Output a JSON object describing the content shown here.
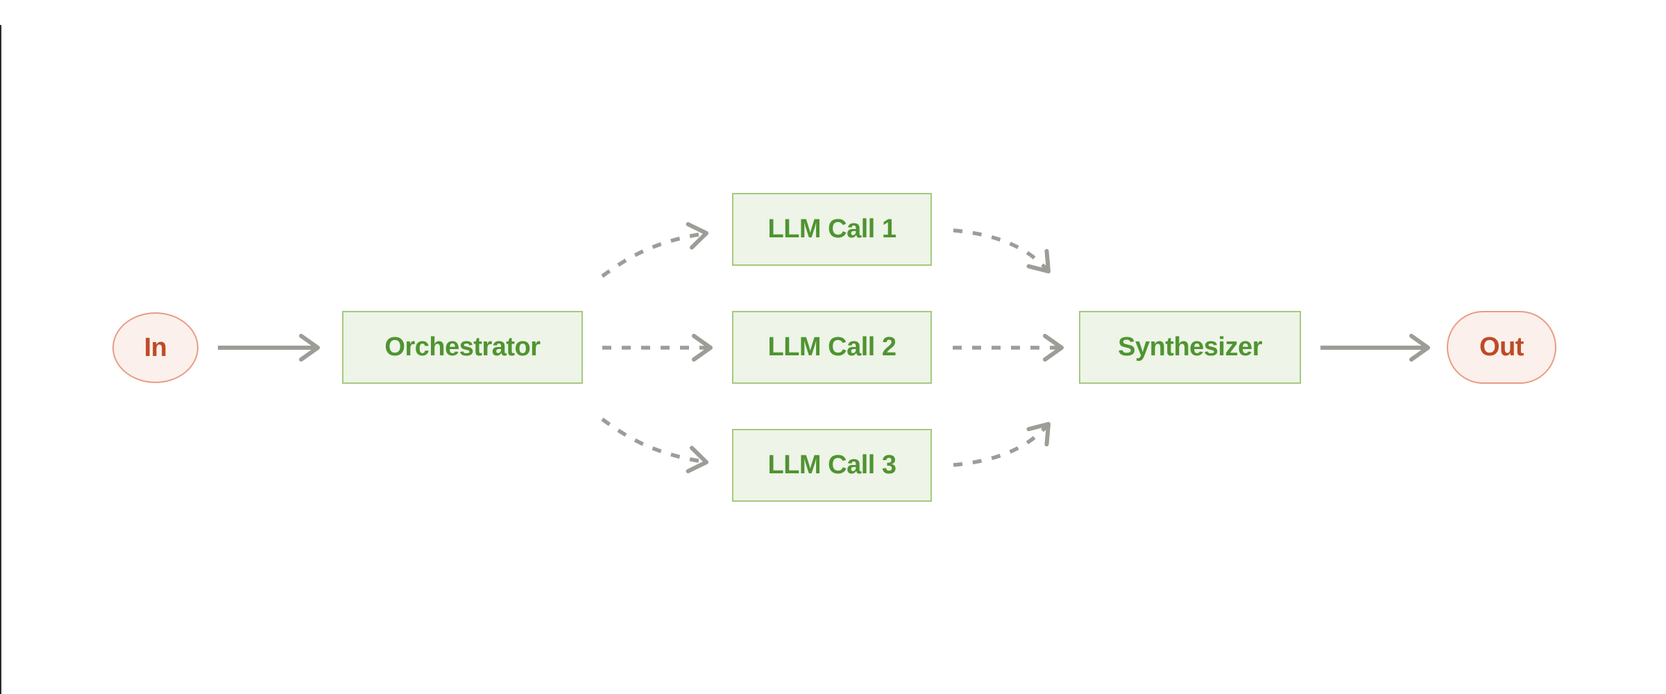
{
  "diagram": {
    "type": "workflow-flowchart",
    "pattern_name": "orchestrator-workers",
    "nodes": {
      "input": {
        "label": "In",
        "kind": "terminal"
      },
      "orchestrator": {
        "label": "Orchestrator",
        "kind": "process"
      },
      "llm_call_1": {
        "label": "LLM Call 1",
        "kind": "process"
      },
      "llm_call_2": {
        "label": "LLM Call 2",
        "kind": "process"
      },
      "llm_call_3": {
        "label": "LLM Call 3",
        "kind": "process"
      },
      "synthesizer": {
        "label": "Synthesizer",
        "kind": "process"
      },
      "output": {
        "label": "Out",
        "kind": "terminal"
      }
    },
    "edges": [
      {
        "from": "input",
        "to": "orchestrator",
        "style": "solid"
      },
      {
        "from": "orchestrator",
        "to": "llm_call_1",
        "style": "dashed"
      },
      {
        "from": "orchestrator",
        "to": "llm_call_2",
        "style": "dashed"
      },
      {
        "from": "orchestrator",
        "to": "llm_call_3",
        "style": "dashed"
      },
      {
        "from": "llm_call_1",
        "to": "synthesizer",
        "style": "dashed"
      },
      {
        "from": "llm_call_2",
        "to": "synthesizer",
        "style": "dashed"
      },
      {
        "from": "llm_call_3",
        "to": "synthesizer",
        "style": "dashed"
      },
      {
        "from": "synthesizer",
        "to": "output",
        "style": "solid"
      }
    ]
  },
  "colors": {
    "node_green_fill": "#eef4e7",
    "node_green_border": "#a4c97f",
    "node_green_text": "#4f9431",
    "terminal_pink_fill": "#fbf0eb",
    "terminal_salmon_border": "#e99c84",
    "terminal_red_text": "#bd4b26",
    "arrow_gray": "#9d9d97",
    "background": "#ffffff"
  }
}
